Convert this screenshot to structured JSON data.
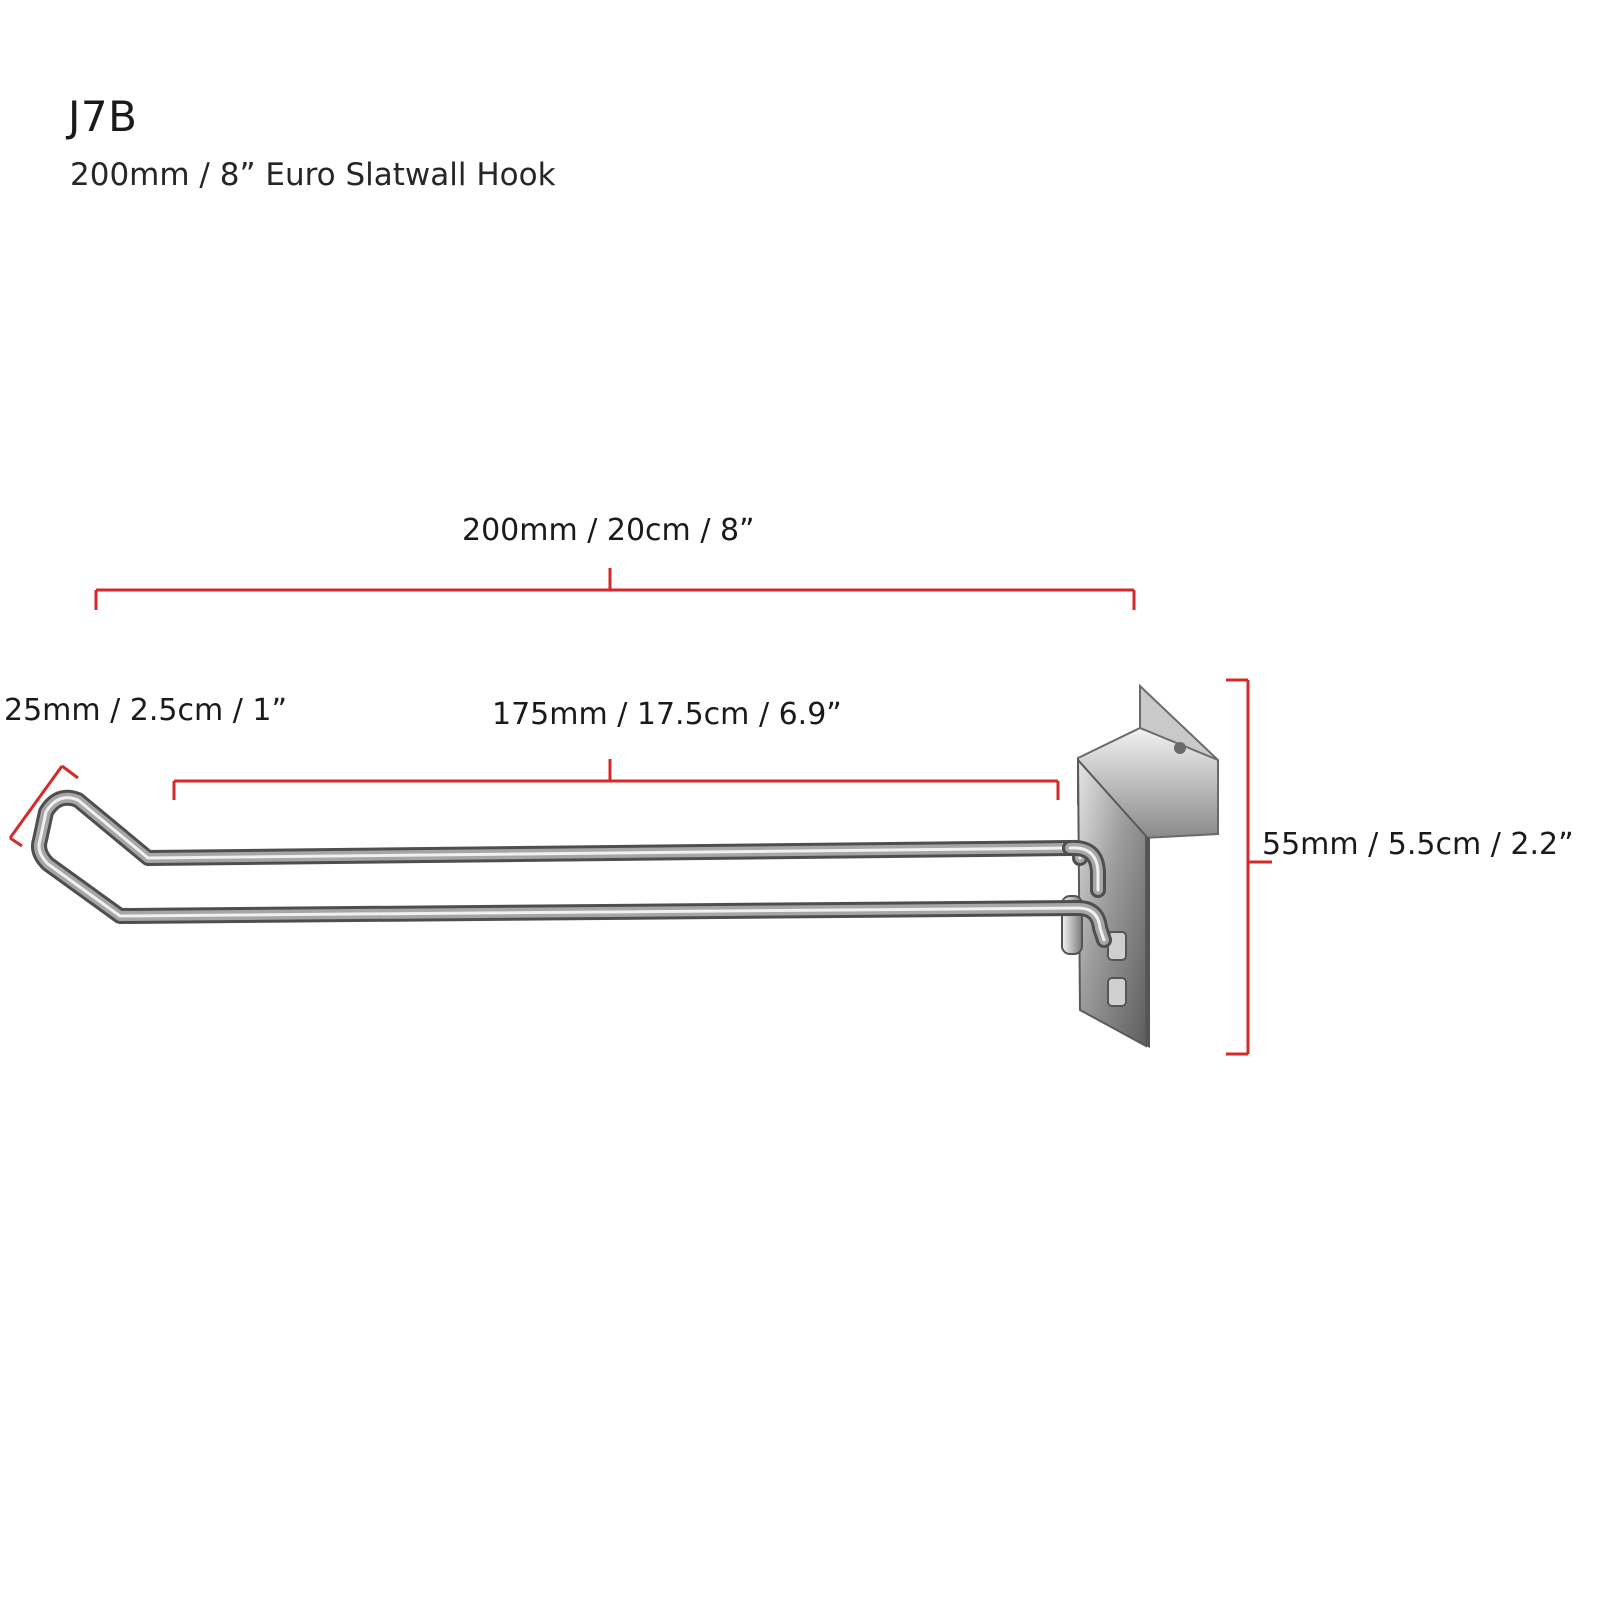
{
  "header": {
    "model": "J7B",
    "description": "200mm / 8” Euro Slatwall Hook"
  },
  "dimensions": {
    "overall_length": "200mm / 20cm / 8”",
    "inner_length": "175mm / 17.5cm / 6.9”",
    "tip_length": "25mm / 2.5cm / 1”",
    "backplate_height": "55mm / 5.5cm / 2.2”"
  },
  "colors": {
    "dimension_line": "#d42a2a",
    "wire_dark": "#5a5a5a",
    "wire_light": "#d9d9d9",
    "plate_fill": "#9a9a9a"
  }
}
